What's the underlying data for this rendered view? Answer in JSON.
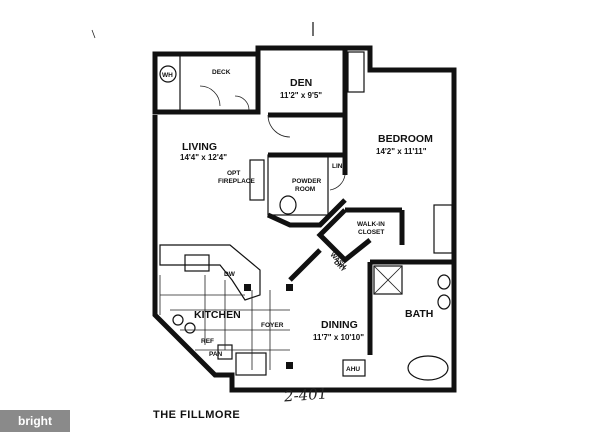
{
  "plan": {
    "title": "THE FILLMORE",
    "handwritten": "2-401",
    "watermark": "bright",
    "rooms": {
      "den": {
        "name": "DEN",
        "dims": "11'2\" x 9'5\""
      },
      "living": {
        "name": "LIVING",
        "dims": "14'4\" x 12'4\""
      },
      "bedroom": {
        "name": "BEDROOM",
        "dims": "14'2\" x 11'11\""
      },
      "kitchen": {
        "name": "KITCHEN"
      },
      "dining": {
        "name": "DINING",
        "dims": "11'7\" x 10'10\""
      },
      "bath": {
        "name": "BATH"
      }
    },
    "small_labels": {
      "wh": "WH",
      "deck": "DECK",
      "opt": "OPT",
      "fireplace": "FIREPLACE",
      "powder": "POWDER",
      "powder_room": "ROOM",
      "lin": "LIN",
      "walkin": "WALK-IN",
      "closet": "CLOSET",
      "wash": "WASH",
      "dry": "DRY",
      "dw": "DW",
      "foyer": "FOYER",
      "ref": "REF",
      "pan": "PAN",
      "ahu": "AHU"
    }
  }
}
